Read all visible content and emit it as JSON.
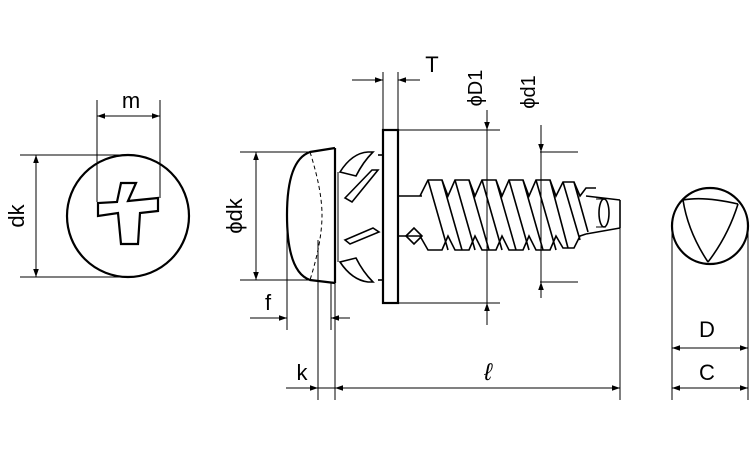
{
  "diagram": {
    "title": "Pan head tapping screw with washer - dimension drawing",
    "labels": {
      "m": "m",
      "dk": "dk",
      "phi_dk": "ϕdk",
      "f": "f",
      "k": "k",
      "T": "T",
      "phi_D1": "ϕD1",
      "phi_d1": "ϕd1",
      "ell": "ℓ",
      "D": "D",
      "C": "C"
    }
  }
}
